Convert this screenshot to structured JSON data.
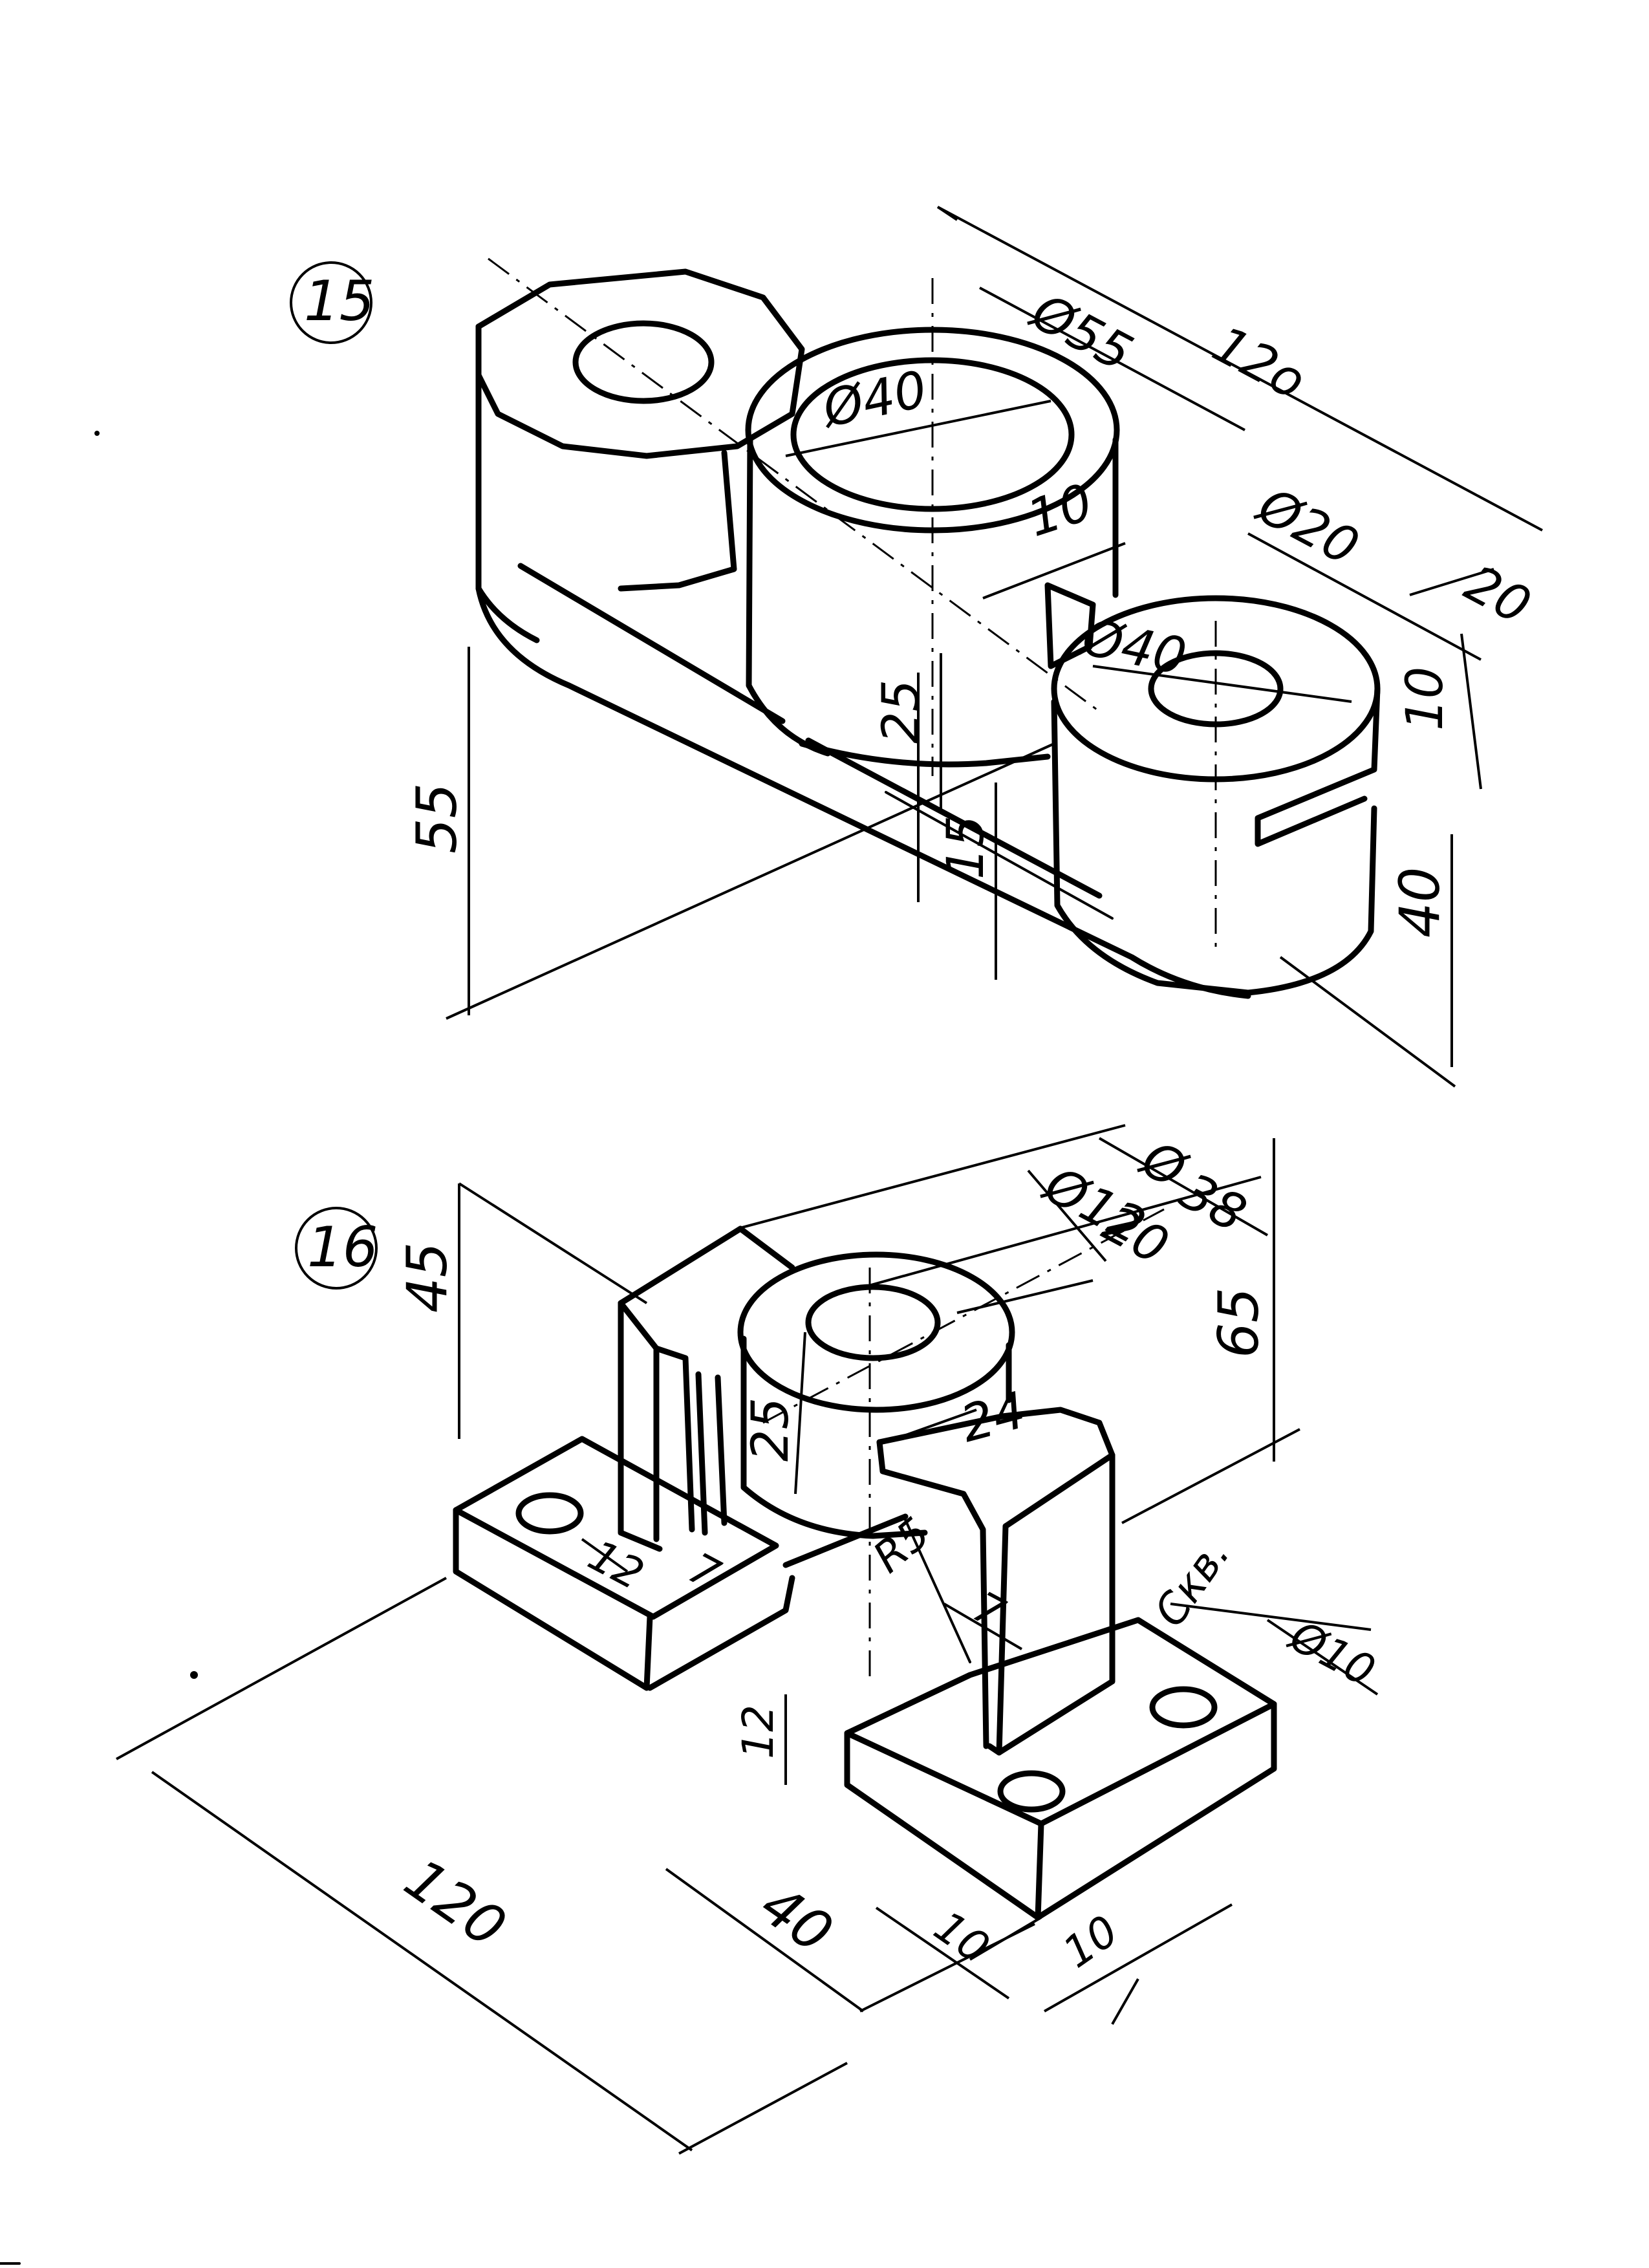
{
  "drawings": [
    {
      "number": "15",
      "dimensions": {
        "d55": "Ø55",
        "len120": "12о",
        "d40": "Ø40",
        "d20": "Ø20",
        "w20": "20",
        "t10a": "10",
        "d40b": "Ø40",
        "t10b": "10",
        "h25": "25",
        "h15": "15",
        "h55": "55",
        "h40": "40"
      }
    },
    {
      "number": "16",
      "dimensions": {
        "d_phi": "Ø",
        "d38": "38",
        "d12": "Ø12",
        "d20": "20",
        "h65": "65",
        "h45": "45",
        "h25": "25",
        "w24": "24",
        "t12": "12",
        "t7a": "7",
        "r5": "R5",
        "t7b": "7",
        "sq": "Скв.",
        "d10": "Ø10",
        "h12": "12",
        "len120": "120",
        "w40": "40",
        "w10a": "10",
        "w10b": "10"
      }
    }
  ]
}
